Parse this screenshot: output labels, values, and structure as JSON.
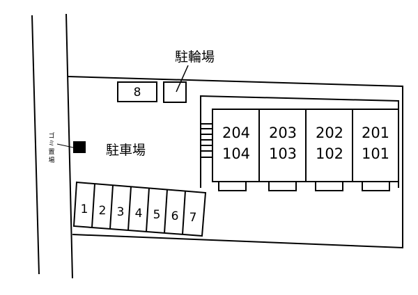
{
  "labels": {
    "bicycle_parking": "駐輪場",
    "car_parking": "駐車場",
    "garbage_area": [
      "ゴ",
      "ミ",
      "置",
      "場"
    ],
    "bike_slot": "8"
  },
  "buildings": [
    {
      "upper": "204",
      "lower": "104"
    },
    {
      "upper": "203",
      "lower": "103"
    },
    {
      "upper": "202",
      "lower": "102"
    },
    {
      "upper": "201",
      "lower": "101"
    }
  ],
  "parking_slots": [
    "1",
    "2",
    "3",
    "4",
    "5",
    "6",
    "7"
  ]
}
